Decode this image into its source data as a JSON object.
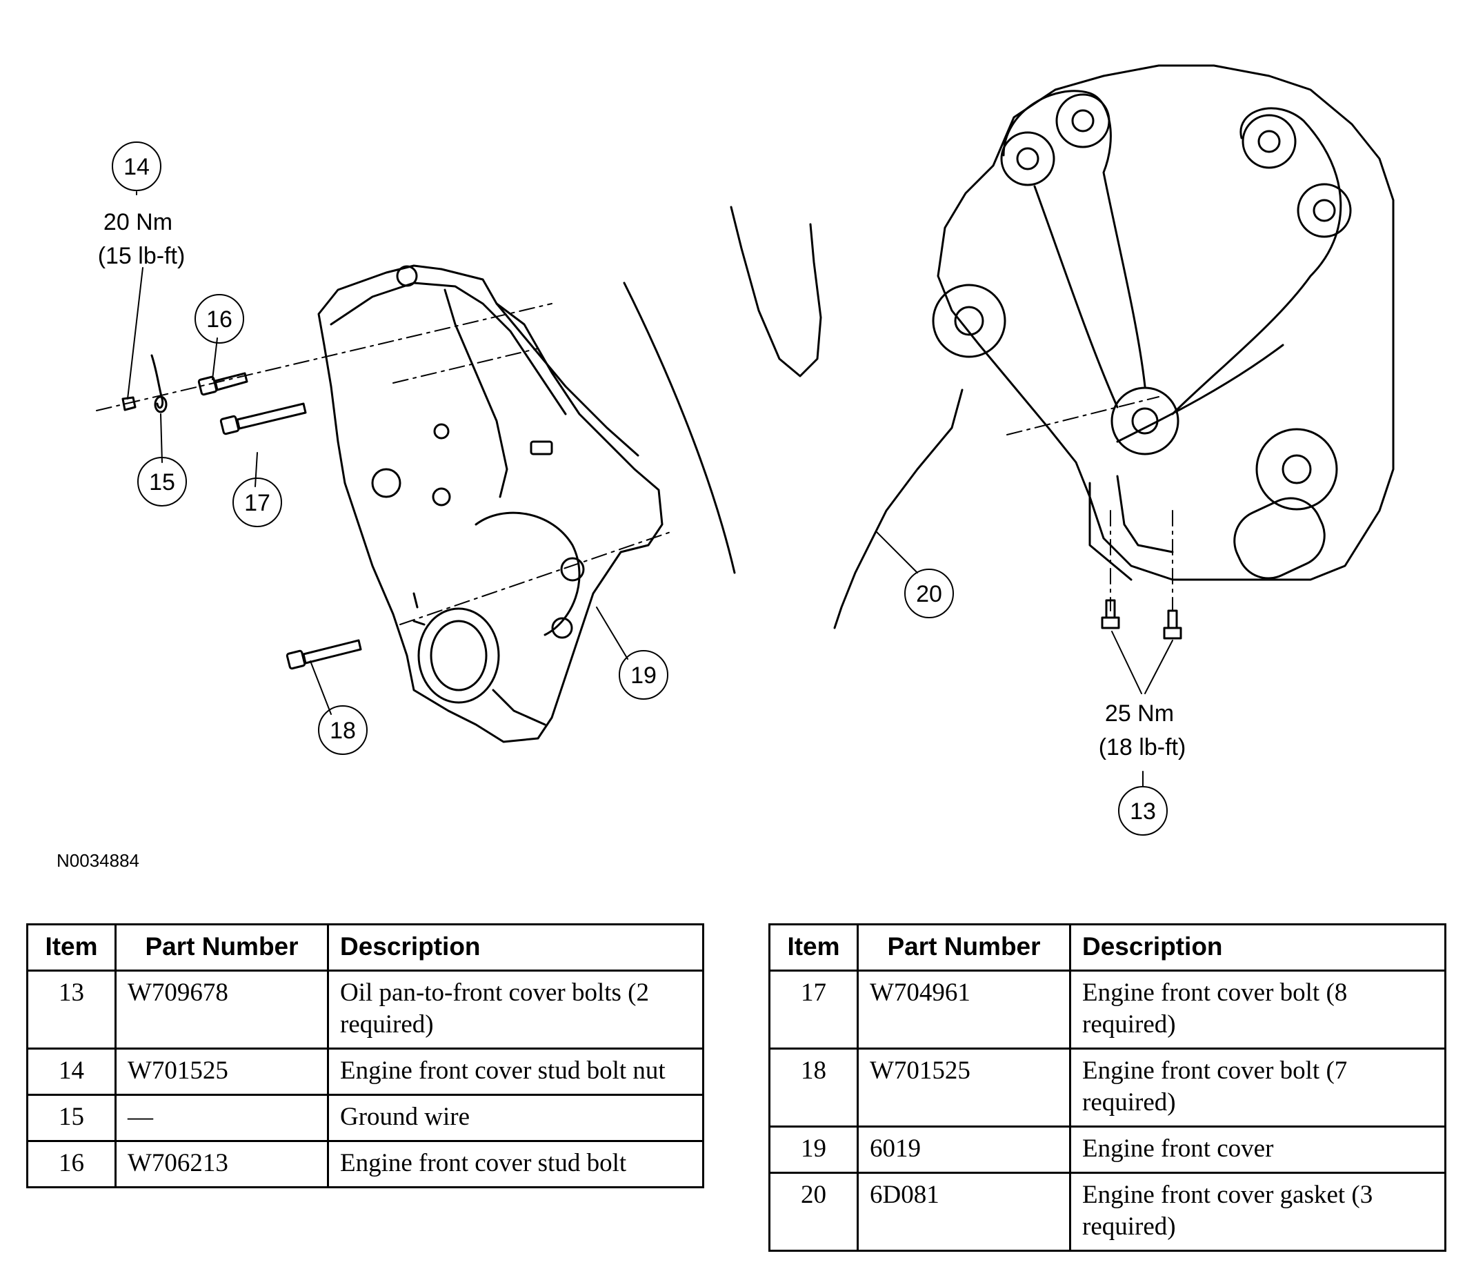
{
  "figure": {
    "id_label": "N0034884",
    "callouts": [
      "13",
      "14",
      "15",
      "16",
      "17",
      "18",
      "19",
      "20"
    ],
    "torque_specs": {
      "item14": {
        "nm": "20 Nm",
        "lbft": "(15 lb-ft)"
      },
      "item13": {
        "nm": "25 Nm",
        "lbft": "(18 lb-ft)"
      }
    }
  },
  "table": {
    "headers": {
      "item": "Item",
      "part_number": "Part Number",
      "description": "Description"
    },
    "left_rows": [
      {
        "item": "13",
        "part_number": "W709678",
        "description": "Oil pan-to-front cover bolts (2 required)"
      },
      {
        "item": "14",
        "part_number": "W701525",
        "description": "Engine front cover stud bolt nut"
      },
      {
        "item": "15",
        "part_number": "—",
        "description": "Ground wire"
      },
      {
        "item": "16",
        "part_number": "W706213",
        "description": "Engine front cover stud bolt"
      }
    ],
    "right_rows": [
      {
        "item": "17",
        "part_number": "W704961",
        "description": "Engine front cover bolt (8 required)"
      },
      {
        "item": "18",
        "part_number": "W701525",
        "description": "Engine front cover bolt (7 required)"
      },
      {
        "item": "19",
        "part_number": "6019",
        "description": "Engine front cover"
      },
      {
        "item": "20",
        "part_number": "6D081",
        "description": "Engine front cover gasket (3 required)"
      }
    ]
  }
}
